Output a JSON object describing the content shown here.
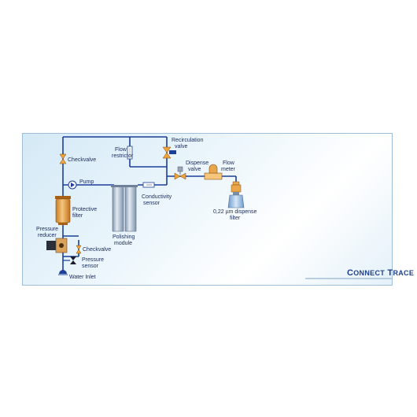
{
  "colors": {
    "pipe": "#1c3f9a",
    "panel_border": "#9fbfd8",
    "brand": "#1f3f8a",
    "valve_orange": "#f2a33a",
    "filter_amber": "#e9a64a",
    "module_grey": "#aebdcf",
    "bottle_blue": "#8fb5dc"
  },
  "labels": {
    "checkvalve_top": "Checkvalve",
    "flow_restrictor_1": "Flow",
    "flow_restrictor_2": "restrictor",
    "recirculation_1": "Recirculation",
    "recirculation_2": "valve",
    "pump": "Pump",
    "protective_filter_1": "Protective",
    "protective_filter_2": "filter",
    "pressure_reducer_1": "Pressure",
    "pressure_reducer_2": "reducer",
    "checkvalve_bottom": "Checkvalve",
    "pressure_sensor_1": "Pressure",
    "pressure_sensor_2": "sensor",
    "water_inlet": "Water Inlet",
    "polishing_1": "Polishing",
    "polishing_2": "module",
    "conductivity_1": "Conductivity",
    "conductivity_2": "sensor",
    "dispense_valve_1": "Dispense",
    "dispense_valve_2": "valve",
    "flow_meter_1": "Flow",
    "flow_meter_2": "meter",
    "dispense_filter_1": "0,22 µm dispense",
    "dispense_filter_2": "filter"
  },
  "brand": {
    "c1": "C",
    "rest1": "ONNECT",
    "c2": "T",
    "rest2": "RACE"
  },
  "icons": [
    "valve-icon",
    "pump-icon",
    "filter-icon",
    "pressure-reducer-icon",
    "sensor-icon",
    "flow-meter-icon",
    "bottle-icon"
  ]
}
